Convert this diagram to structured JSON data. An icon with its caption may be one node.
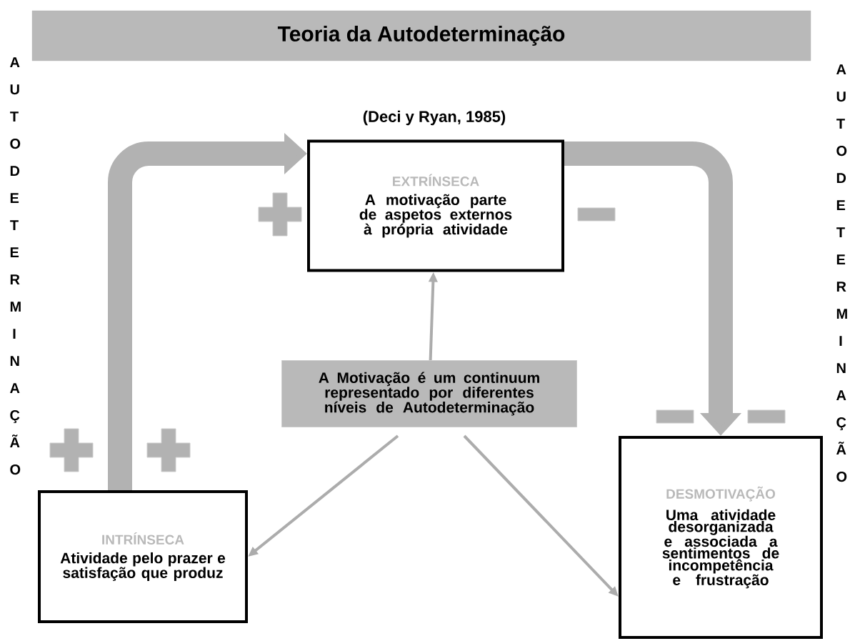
{
  "diagram": {
    "title": "Teoria da Autodeterminação",
    "nodes": [
      {
        "text": [
          "EXTRÍNSECA",
          "A motivação parte de aspetos externos à própria atividade"
        ]
      },
      {
        "text": [
          "A Motivação é um continuum representado por diferentes níveis de Autodeterminação"
        ]
      },
      {
        "text": [
          "INTRÍNSECA",
          "Atividade pelo prazer e satisfação que produz"
        ]
      },
      {
        "text": [
          "DESMOTIVAÇÃO",
          "Uma atividade desorganizada e associada a sentimentos de incompetência e frustração"
        ]
      }
    ],
    "edges": [
      {
        "from": 1,
        "to": 0,
        "arrow": "to"
      },
      {
        "from": 1,
        "to": 2,
        "arrow": "to"
      },
      {
        "from": 1,
        "to": 3,
        "arrow": "to"
      },
      {
        "from": 2,
        "to": 0,
        "arrow": "to",
        "style": "thick"
      },
      {
        "from": 0,
        "to": 3,
        "arrow": "to",
        "style": "thick"
      }
    ],
    "labels": [
      "(Deci y Ryan, 1985)",
      "AUTODETERMINAÇÃO",
      "AUTODETERMINAÇÃO"
    ]
  }
}
